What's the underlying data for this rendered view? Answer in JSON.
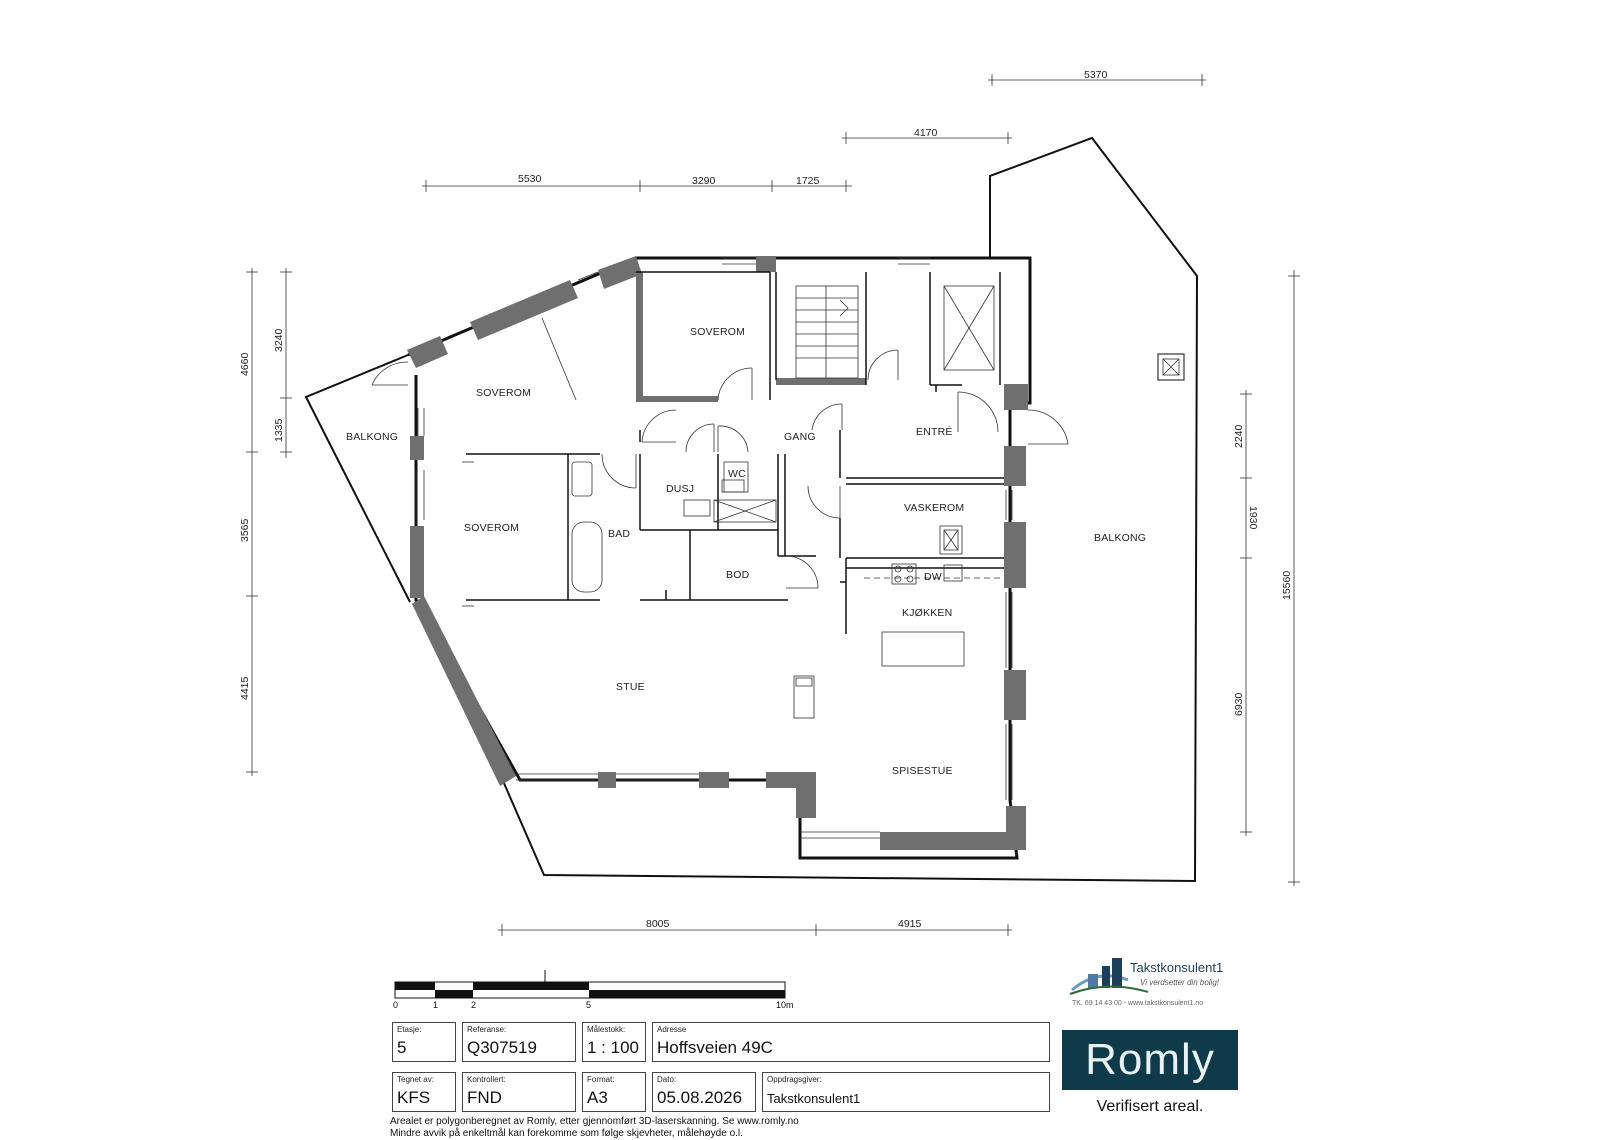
{
  "rooms": {
    "soverom_1": "SOVEROM",
    "soverom_2": "SOVEROM",
    "soverom_3": "SOVEROM",
    "balkong_west": "BALKONG",
    "balkong_east": "BALKONG",
    "gang": "GANG",
    "entre": "ENTRÉ",
    "dusj": "DUSJ",
    "wc": "WC",
    "bad": "BAD",
    "bod": "BOD",
    "vaskerom": "VASKEROM",
    "dw": "DW",
    "kjokken": "KJØKKEN",
    "stue": "STUE",
    "spisestue": "SPISESTUE"
  },
  "dimensions": {
    "top_5370": "5370",
    "top_4170": "4170",
    "top_5530": "5530",
    "top_3290": "3290",
    "top_1725": "1725",
    "bottom_8005": "8005",
    "bottom_4915": "4915",
    "left_4660": "4660",
    "left_3240": "3240",
    "left_1335": "1335",
    "left_3565": "3565",
    "left_4415": "4415",
    "right_2240": "2240",
    "right_1930": "1930",
    "right_6930": "6930",
    "right_15560": "15560"
  },
  "scale_bar": {
    "labels": [
      "0",
      "1",
      "2",
      "5",
      "10m"
    ]
  },
  "title_block": {
    "etasje_label": "Etasje:",
    "etasje_value": "5",
    "referanse_label": "Referanse:",
    "referanse_value": "Q307519",
    "malestokk_label": "Målestokk:",
    "malestokk_value": "1 : 100",
    "adresse_label": "Adresse",
    "adresse_value": "Hoffsveien 49C",
    "tegnet_label": "Tegnet av:",
    "tegnet_value": "KFS",
    "kontrollert_label": "Kontrollert:",
    "kontrollert_value": "FND",
    "format_label": "Format:",
    "format_value": "A3",
    "dato_label": "Dato:",
    "dato_value": "05.08.2026",
    "oppdragsgiver_label": "Oppdragsgiver:",
    "oppdragsgiver_value": "Takstkonsulent1"
  },
  "footnote": {
    "line1": "Arealet er polygonberegnet av Romly, etter gjennomført 3D-laserskanning. Se www.romly.no",
    "line2": "Mindre avvik på enkeltmål kan forekomme som følge skjevheter, målehøyde o.l."
  },
  "logos": {
    "romly": "Romly",
    "romly_tagline": "Verifisert areal.",
    "takstkonsulent_name": "Takstkonsulent1",
    "takstkonsulent_slogan": "Vi verdsetter din bolig!",
    "takstkonsulent_contact": "TK. 69 14 43 00 - www.takstkonsulent1.no"
  },
  "colors": {
    "wall_fill": "#6f6f6f",
    "romly_brand": "#0f3a4a"
  }
}
